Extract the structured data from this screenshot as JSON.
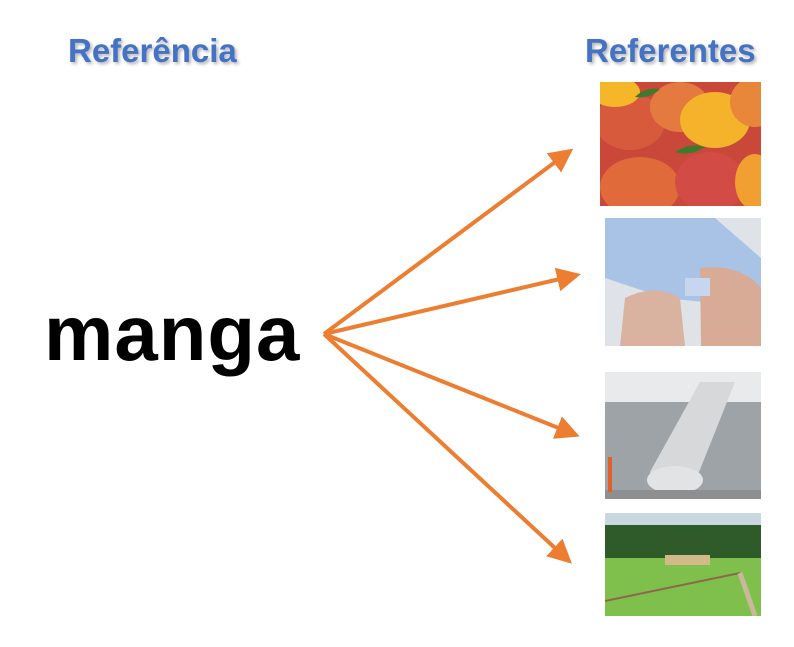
{
  "headings": {
    "reference": "Referência",
    "referents": "Referentes"
  },
  "word": "manga",
  "arrow_color": "#ED7D31",
  "heading_color": "#4472C4",
  "referents": [
    {
      "image": "mango-fruit"
    },
    {
      "image": "shirt-sleeve"
    },
    {
      "image": "airplane-escape-slide"
    },
    {
      "image": "grass-field-with-fence"
    }
  ]
}
